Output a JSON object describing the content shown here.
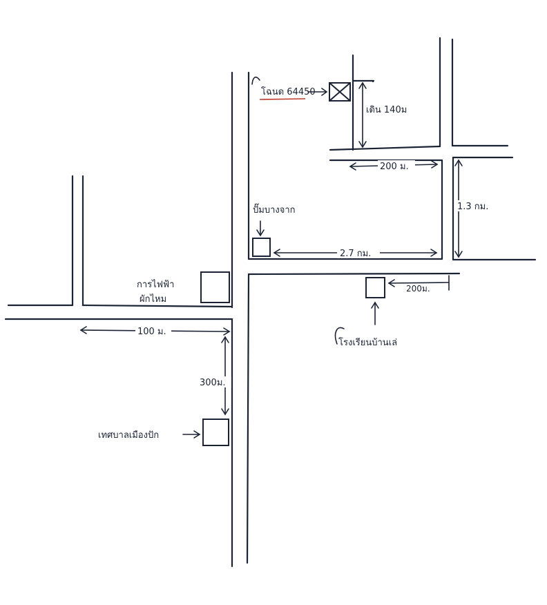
{
  "map": {
    "labels": {
      "destination": "โฉนด 64450",
      "walk_140": "เดิน 140ม",
      "dist_200_top": "200 ม.",
      "dist_1_3": "1.3 กม.",
      "gas_station": "ปั๊มบางจาก",
      "dist_2_7": "2.7 กม.",
      "water_office_line1": "การไฟฟ้า",
      "water_office_line2": "ผักไหม",
      "dist_100": "100 ม.",
      "dist_300": "300ม.",
      "dist_200_school": "200ม.",
      "school": "โรงเรียนบ้านเล่",
      "municipality": "เทศบาลเมืองปัก"
    }
  }
}
